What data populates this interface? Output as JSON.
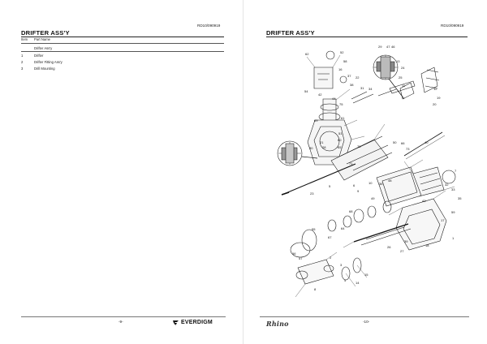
{
  "left_page": {
    "code": "RD10/090919",
    "title": "DRIFTER ASS'Y",
    "columns": [
      "Item",
      "Part Name"
    ],
    "rows": [
      {
        "item": "",
        "name": "Drifter Ass'y"
      },
      {
        "item": "1",
        "name": "Drifter"
      },
      {
        "item": "2",
        "name": "Drifter Fitting Ass'y"
      },
      {
        "item": "3",
        "name": "Drill Mounting"
      }
    ],
    "page_number": "-9-",
    "logo": "EVERDIGM"
  },
  "right_page": {
    "code": "RD10/090919",
    "title": "DRIFTER ASS'Y",
    "page_number": "-10-",
    "logo": "Rhino",
    "callouts": [
      "62",
      "52",
      "58",
      "16",
      "37",
      "38",
      "13",
      "29",
      "47",
      "46",
      "24",
      "25",
      "11",
      "12",
      "19",
      "20",
      "22",
      "31",
      "34",
      "54",
      "42",
      "44",
      "75",
      "61",
      "51",
      "60",
      "65",
      "69",
      "70",
      "71",
      "50",
      "66",
      "73",
      "7",
      "32",
      "33",
      "35",
      "43",
      "59",
      "17",
      "18",
      "39",
      "40",
      "30",
      "21",
      "28",
      "23",
      "5",
      "6",
      "9",
      "10",
      "36",
      "48",
      "49",
      "68",
      "64",
      "67",
      "55",
      "56",
      "57",
      "26",
      "27",
      "2",
      "3",
      "4",
      "8",
      "14",
      "15",
      "1"
    ],
    "colors": {
      "ink": "#111111",
      "hatch": "#333333",
      "paper": "#ffffff"
    }
  }
}
